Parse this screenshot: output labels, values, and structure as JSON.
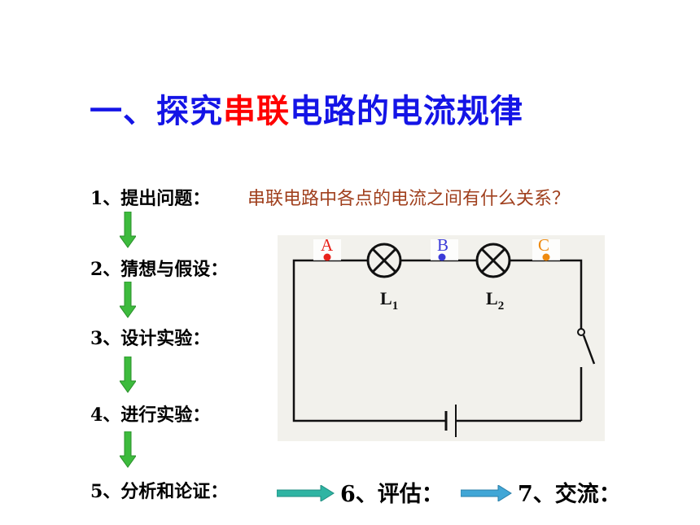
{
  "title": {
    "part1": "一、探究",
    "part2": "串联",
    "part3": "电路的电流规律",
    "color_main": "#1414e6",
    "color_highlight": "#ff0000"
  },
  "question": {
    "text": "串联电路中各点的电流之间有什么关系？",
    "color": "#a0401e"
  },
  "steps": [
    "1、提出问题：",
    "2、猜想与假设：",
    "3、设计实验：",
    "4、进行实验：",
    "5、分析和论证："
  ],
  "later_steps": [
    "6、评估：",
    "7、交流："
  ],
  "arrows": {
    "down_color": "#3dbb3d",
    "right_color": "#2fb4a3",
    "right_color_2": "#41a6d6"
  },
  "circuit": {
    "points": [
      {
        "label": "A",
        "color": "#e8231c"
      },
      {
        "label": "B",
        "color": "#3b3bd8"
      },
      {
        "label": "C",
        "color": "#ee8a10"
      }
    ],
    "lamps": [
      {
        "letter": "L",
        "sub": "1"
      },
      {
        "letter": "L",
        "sub": "2"
      }
    ],
    "background": "#f2f1ec"
  }
}
